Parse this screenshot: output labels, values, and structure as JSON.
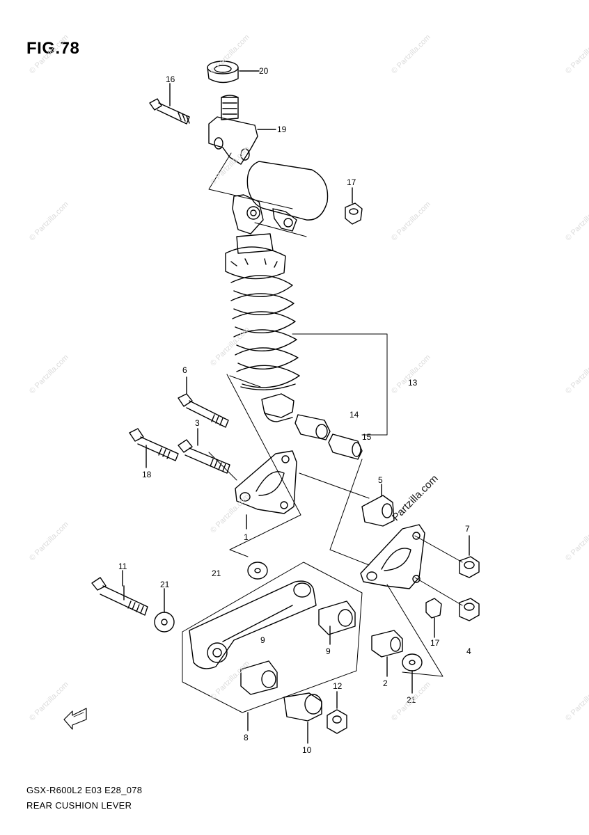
{
  "figure": {
    "title": "FIG.78"
  },
  "callouts": {
    "c1": "1",
    "c2": "2",
    "c3": "3",
    "c4": "4",
    "c5": "5",
    "c6": "6",
    "c7": "7",
    "c8": "8",
    "c9a": "9",
    "c9b": "9",
    "c10": "10",
    "c11": "11",
    "c12": "12",
    "c13": "13",
    "c14": "14",
    "c15": "15",
    "c16": "16",
    "c17a": "17",
    "c17b": "17",
    "c18": "18",
    "c19": "19",
    "c20": "20",
    "c21a": "21",
    "c21b": "21",
    "c21c": "21"
  },
  "footer": {
    "model_code": "GSX-R600L2 E03 E28_078",
    "section_name": "REAR CUSHION LEVER"
  },
  "watermark": {
    "text": "© Partzilla.com",
    "stamp": "Partzilla.com"
  },
  "icons": {
    "front_arrow": "fwd-arrow-icon"
  }
}
